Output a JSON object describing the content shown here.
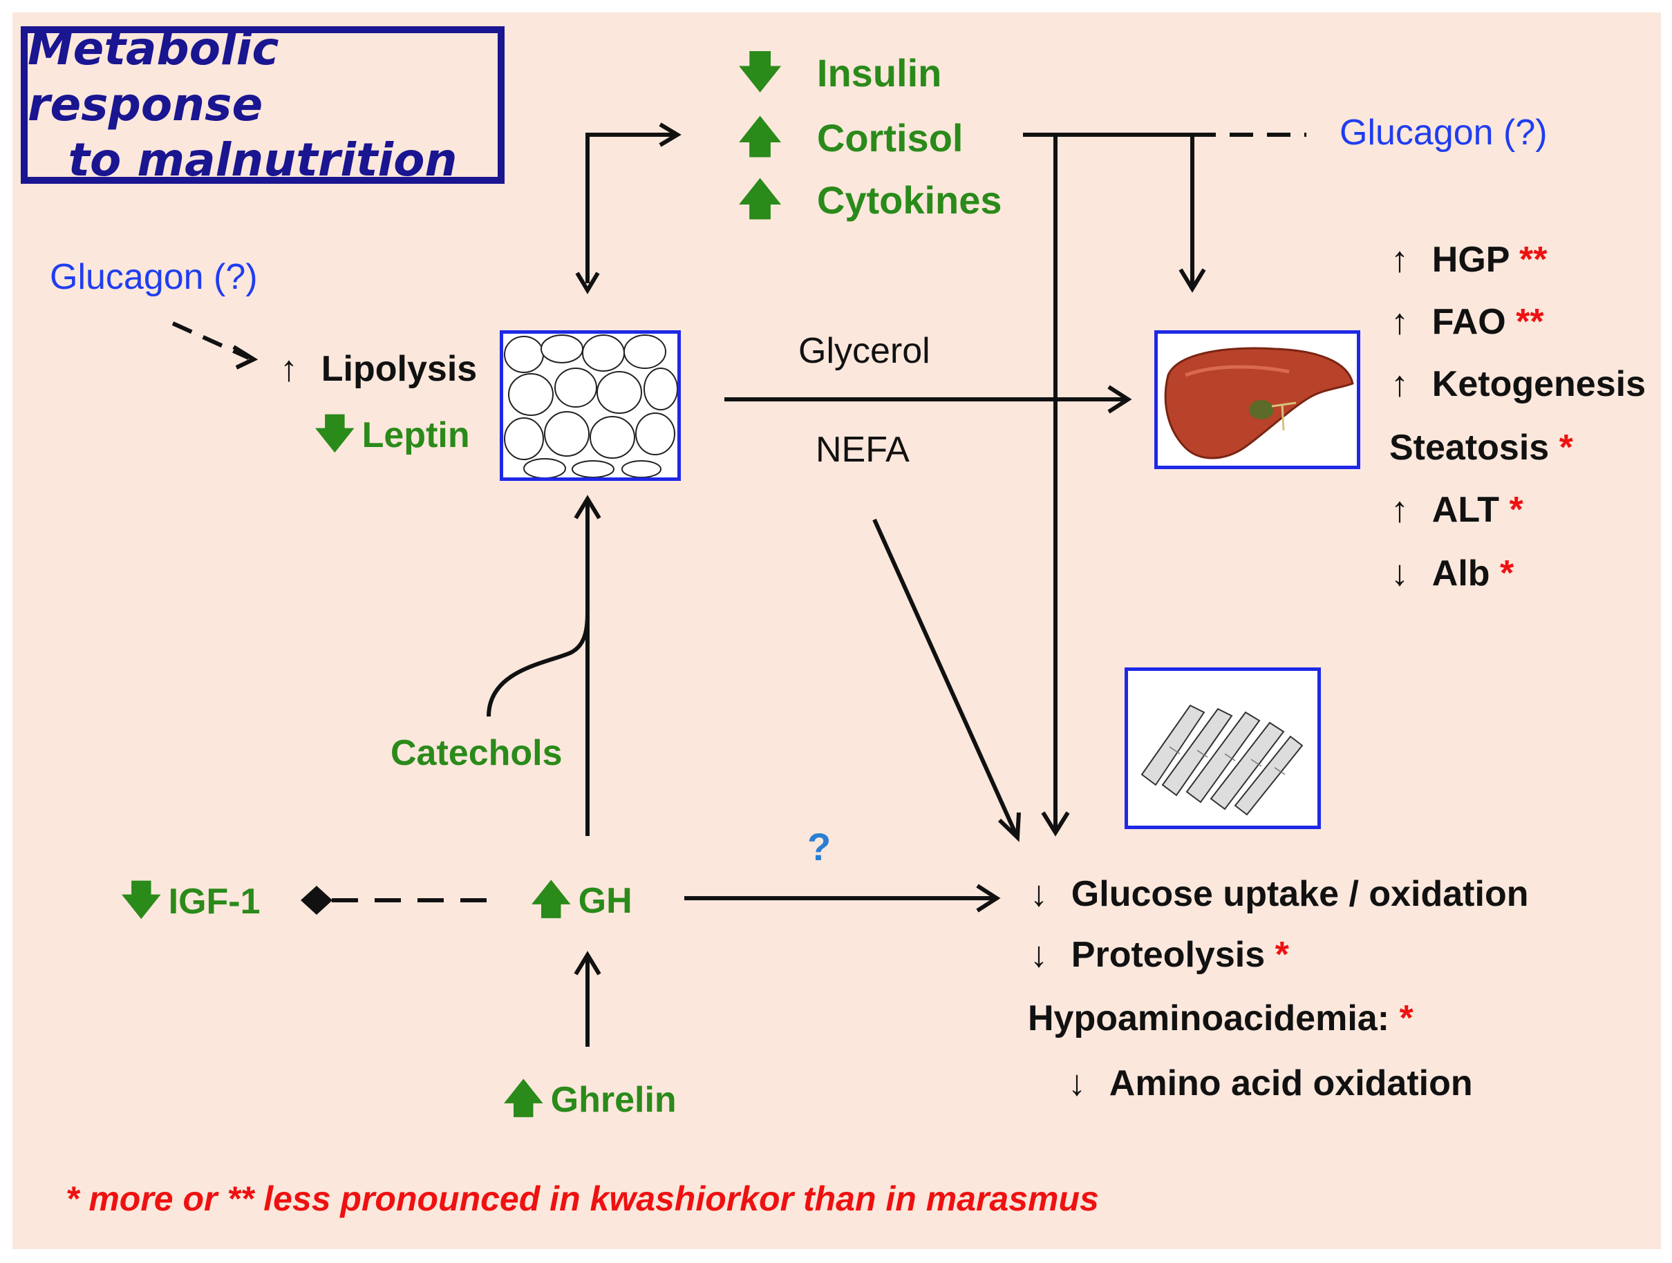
{
  "title": {
    "line1": "Metabolic response",
    "line2": "to malnutrition"
  },
  "hormones_top": [
    {
      "dir": "down",
      "label": "Insulin"
    },
    {
      "dir": "up",
      "label": "Cortisol"
    },
    {
      "dir": "up",
      "label": "Cytokines"
    }
  ],
  "glucagon_right": "Glucagon (?)",
  "glucagon_left": "Glucagon (?)",
  "adipose": {
    "lipolysis_label": "Lipolysis",
    "leptin_label": "Leptin"
  },
  "flux": {
    "glycerol": "Glycerol",
    "nefa": "NEFA"
  },
  "liver_effects": [
    {
      "dir": "up",
      "label": "HGP",
      "stars": "**"
    },
    {
      "dir": "up",
      "label": "FAO",
      "stars": "**"
    },
    {
      "dir": "up",
      "label": "Ketogenesis",
      "stars": ""
    },
    {
      "dir": "",
      "label": "Steatosis",
      "stars": "*"
    },
    {
      "dir": "up",
      "label": "ALT",
      "stars": "*"
    },
    {
      "dir": "down",
      "label": "Alb",
      "stars": "*"
    }
  ],
  "muscle_effects": {
    "glucose": "Glucose uptake / oxidation",
    "proteolysis": "Proteolysis",
    "proteolysis_star": "*",
    "hypoaminoacidemia": "Hypoaminoacidemia:",
    "hypo_star": "*",
    "amino_acid": "Amino acid oxidation"
  },
  "catechols": "Catechols",
  "igf1": "IGF-1",
  "gh": "GH",
  "ghrelin": "Ghrelin",
  "question_mark": "?",
  "footnote": "* more  or ** less pronounced in kwashiorkor than in marasmus",
  "colors": {
    "green": "#2a8a1a",
    "blue_text": "#1f3df0",
    "title_navy": "#1a1590",
    "box_border": "#1e28e6",
    "red": "#ee1111",
    "background": "#fbe7dc",
    "question": "#2a7fd4"
  },
  "icons": {
    "up": "up-arrow",
    "down": "down-arrow",
    "adipose": "adipose-tissue-image",
    "liver": "liver-image",
    "muscle": "muscle-fiber-image"
  }
}
